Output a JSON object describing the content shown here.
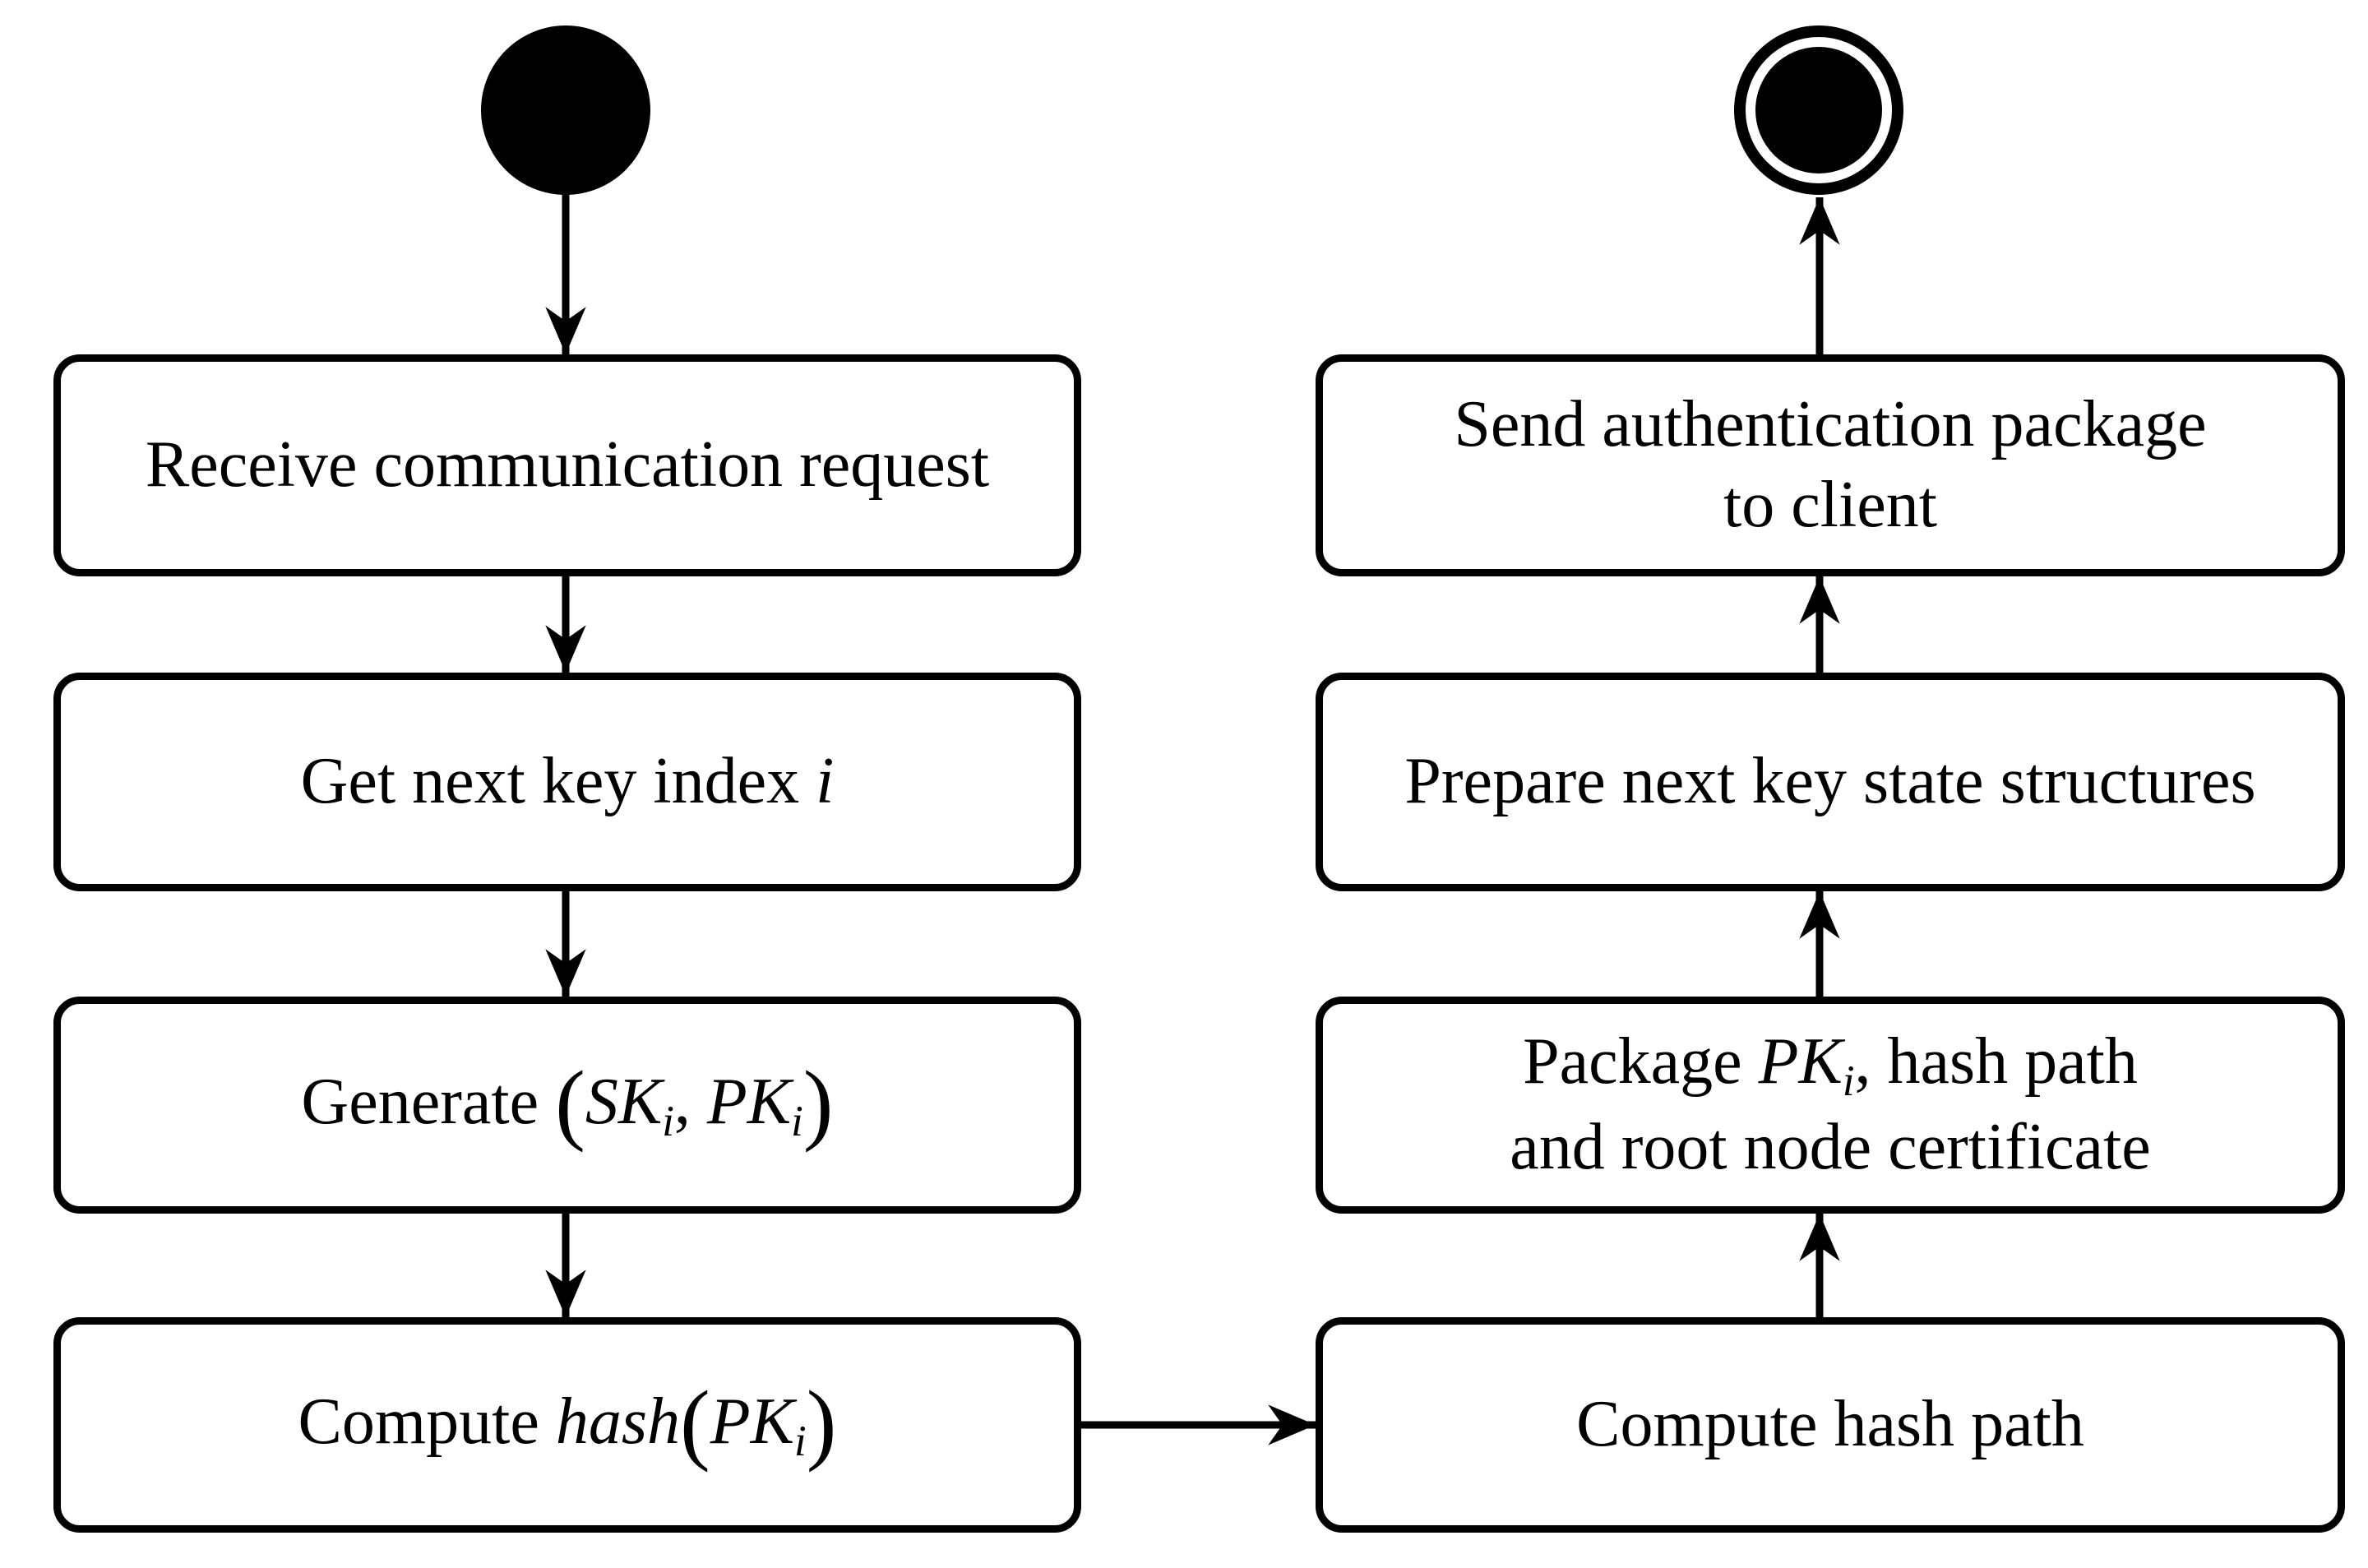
{
  "diagram": {
    "type": "uml-activity-diagram",
    "colors": {
      "ink": "#000000",
      "paper": "#ffffff"
    },
    "nodes": {
      "start": {
        "kind": "initial-node"
      },
      "end": {
        "kind": "final-node"
      },
      "receive": {
        "line1": "Receive communication request"
      },
      "getindex": {
        "pre": "Get next key index ",
        "var": "i"
      },
      "generate": {
        "pre": "Generate ",
        "open": "(",
        "var1": "SK",
        "sub1": "i",
        "comma": ", ",
        "var2": "PK",
        "sub2": "i",
        "close": ")"
      },
      "computehash": {
        "pre": "Compute ",
        "fn": "hash",
        "open": "(",
        "var": "PK",
        "sub": "i",
        "close": ")"
      },
      "computepath": {
        "line1": "Compute hash path"
      },
      "package": {
        "pre": "Package ",
        "var": "PK",
        "sub": "i",
        "rest1": ", hash path",
        "line2": "and root node certificate"
      },
      "prepare": {
        "line1": "Prepare next key state structures"
      },
      "send": {
        "line1": "Send authentication package",
        "line2": "to client"
      }
    },
    "edges": [
      {
        "from": "start",
        "to": "receive"
      },
      {
        "from": "receive",
        "to": "getindex"
      },
      {
        "from": "getindex",
        "to": "generate"
      },
      {
        "from": "generate",
        "to": "computehash"
      },
      {
        "from": "computehash",
        "to": "computepath"
      },
      {
        "from": "computepath",
        "to": "package"
      },
      {
        "from": "package",
        "to": "prepare"
      },
      {
        "from": "prepare",
        "to": "send"
      },
      {
        "from": "send",
        "to": "end"
      }
    ]
  }
}
